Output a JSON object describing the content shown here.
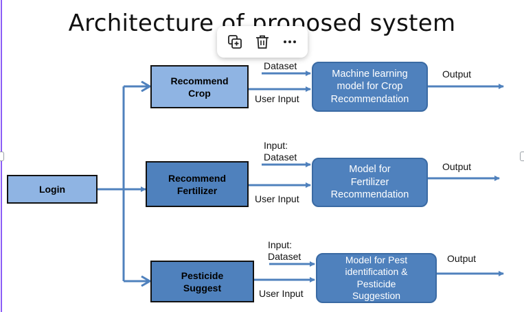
{
  "slide": {
    "title": "Architecture of proposed system"
  },
  "boxes": {
    "login": "Login",
    "crop": "Recommend\nCrop",
    "fertilizer": "Recommend\nFertilizer",
    "pesticide": "Pesticide\nSuggest"
  },
  "models": {
    "crop": "Machine learning\nmodel for Crop\nRecommendation",
    "fertilizer": "Model for\nFertilizer\nRecommendation",
    "pest": "Model for Pest\nidentification &\nPesticide\nSuggestion"
  },
  "labels": {
    "dataset_1": "Dataset",
    "user_input_1": "User Input",
    "output_1": "Output",
    "dataset_2": "Input:\nDataset",
    "user_input_2": "User Input",
    "output_2": "Output",
    "dataset_3": "Input:\nDataset",
    "user_input_3": "User Input",
    "output_3": "Output"
  },
  "toolbar": {
    "items": [
      "duplicate-icon",
      "delete-icon",
      "more-icon"
    ]
  },
  "colors": {
    "arrow": "#4f81bd",
    "light_box": "#8fb4e3",
    "dark_box": "#4f81bd"
  }
}
